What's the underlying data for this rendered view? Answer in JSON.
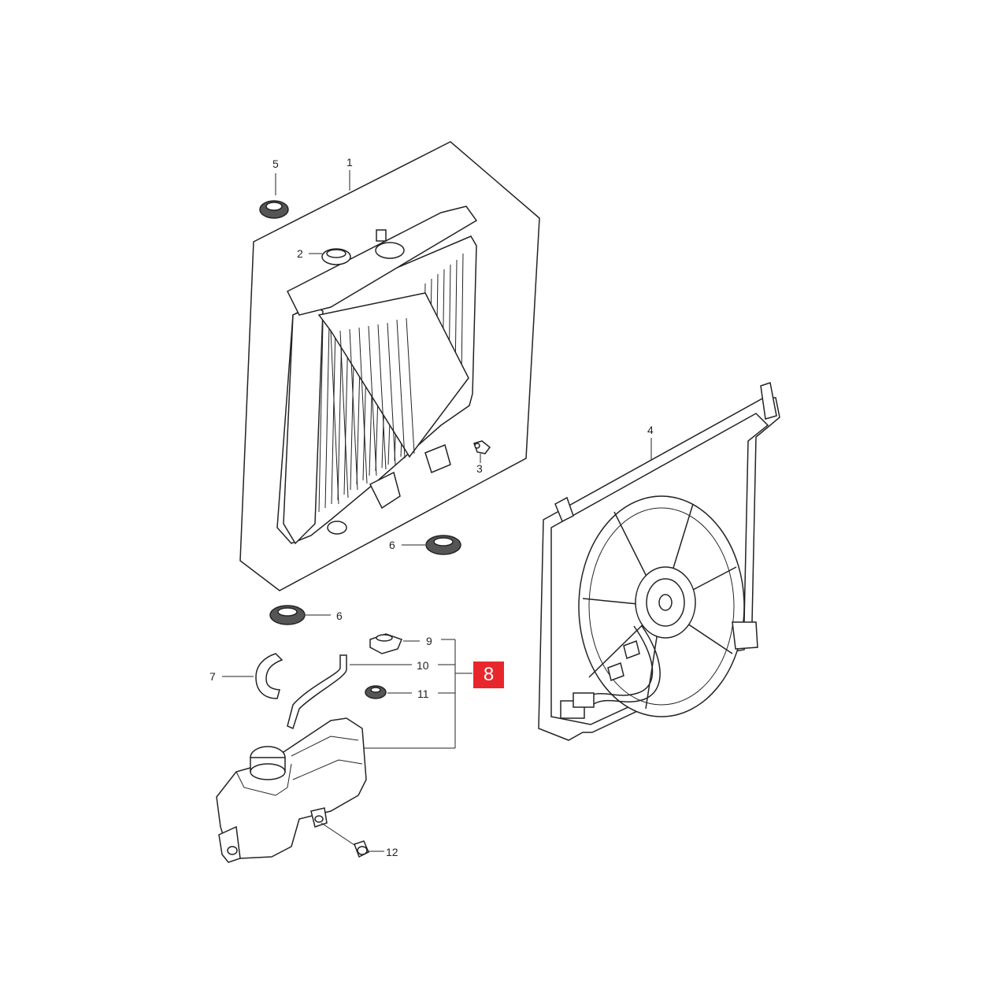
{
  "labels": {
    "p1": "1",
    "p2": "2",
    "p3": "3",
    "p4": "4",
    "p5": "5",
    "p6a": "6",
    "p6b": "6",
    "p7": "7",
    "p8": "8",
    "p9": "9",
    "p10": "10",
    "p11": "11",
    "p12": "12"
  },
  "highlight": {
    "label": "8",
    "color": "#e8272c"
  },
  "icons": [
    "radiator",
    "radiator-cap",
    "drain-plug",
    "fan-shroud-assembly",
    "rubber-grommet",
    "hose",
    "reservoir-tank",
    "bolt"
  ]
}
